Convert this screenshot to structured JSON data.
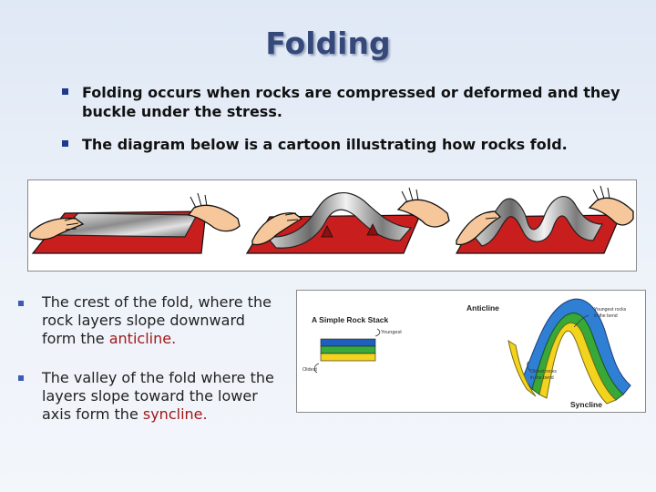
{
  "title": "Folding",
  "bullets_top": [
    {
      "line1": "Folding occurs when rocks are compressed or deformed and they",
      "line2": "buckle under the stress."
    },
    {
      "line1": "The diagram below is a cartoon illustrating how rocks fold."
    }
  ],
  "bullets_bottom": [
    {
      "l1": "The crest of the fold, where the",
      "l2": "rock layers slope downward",
      "l3_pre": "form the ",
      "l3_term": "anticline."
    },
    {
      "l1": "The valley of the fold where the",
      "l2": "layers slope toward the lower",
      "l3_pre": "axis form the ",
      "l3_term": "syncline."
    }
  ],
  "diagram": {
    "stack_title": "A Simple Rock Stack",
    "youngest": "Youngest",
    "oldest": "Oldest",
    "anticline": "Anticline",
    "youngest_bend_1": "Youngest rocks",
    "youngest_bend_2": "in the bend",
    "oldest_bend_1": "Oldest rocks",
    "oldest_bend_2": "in the bend",
    "syncline": "Syncline"
  },
  "colors": {
    "accent_term": "#a01818",
    "bullet": "#1f3a8a",
    "title": "#34497a"
  }
}
